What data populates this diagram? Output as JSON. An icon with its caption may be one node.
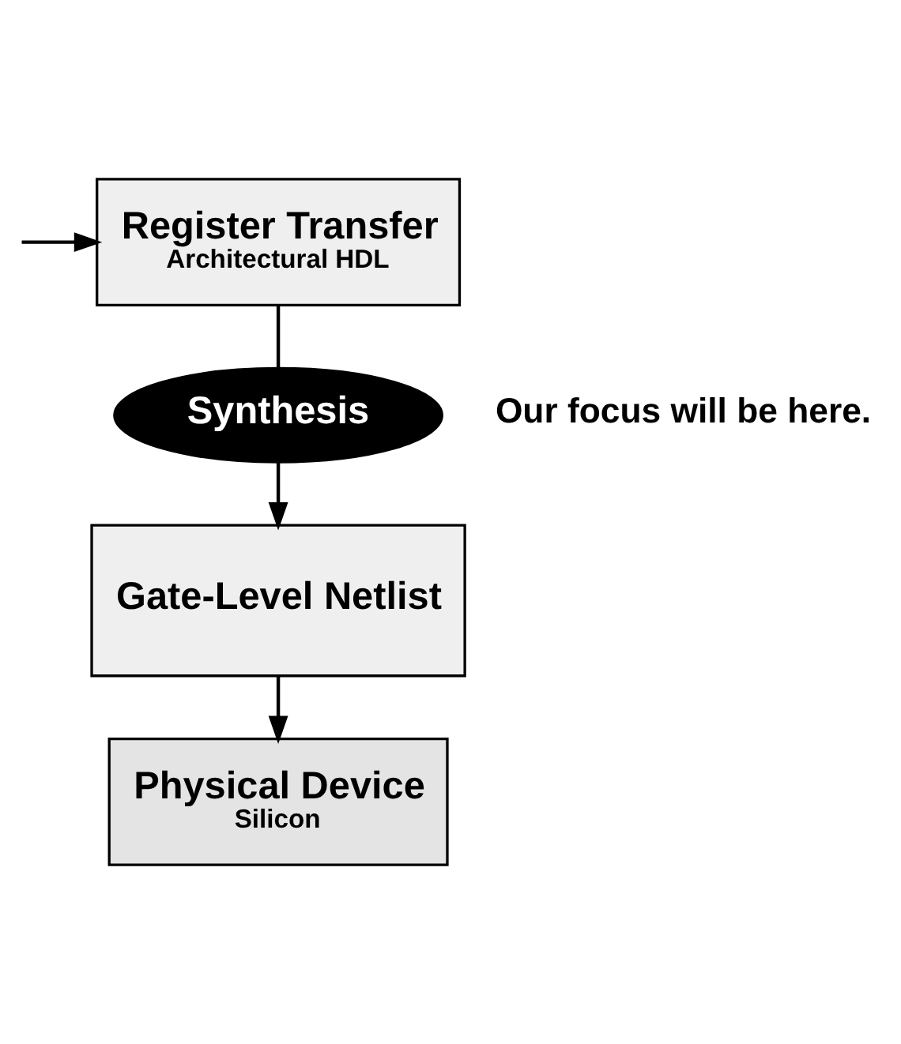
{
  "diagram": {
    "nodes": [
      {
        "text": [
          "Register Transfer",
          "Architectural HDL"
        ]
      },
      {
        "text": [
          "Synthesis"
        ],
        "beside": [
          "Our focus will be here."
        ]
      },
      {
        "text": [
          "Gate-Level Netlist"
        ]
      },
      {
        "text": [
          "Physical Device",
          "Silicon"
        ]
      }
    ],
    "edges": [
      {
        "from": null,
        "to": 0,
        "arrow": "to"
      },
      {
        "from": 0,
        "to": 1,
        "arrow": "none"
      },
      {
        "from": 1,
        "to": 2,
        "arrow": "to"
      },
      {
        "from": 2,
        "to": 3,
        "arrow": "to"
      }
    ]
  }
}
